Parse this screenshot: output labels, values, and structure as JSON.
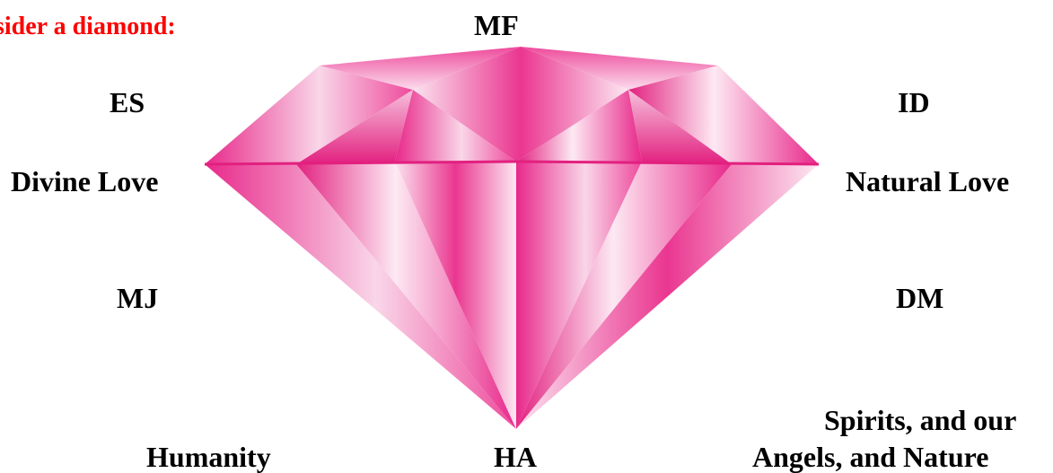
{
  "heading": "sider a diamond:",
  "labels": {
    "mf": "MF",
    "es": "ES",
    "id": "ID",
    "divine_love": "Divine Love",
    "natural_love": "Natural Love",
    "mj": "MJ",
    "dm": "DM",
    "spirits": "Spirits, and our",
    "humanity": "Humanity",
    "ha": "HA",
    "angels_nature": "Angels, and Nature"
  },
  "colors": {
    "heading": "#ff0000",
    "label": "#000000",
    "diamond_pink": "#e8288a",
    "diamond_light": "#fbe3ef"
  },
  "icons": {
    "diamond": "pink-diamond-icon"
  }
}
